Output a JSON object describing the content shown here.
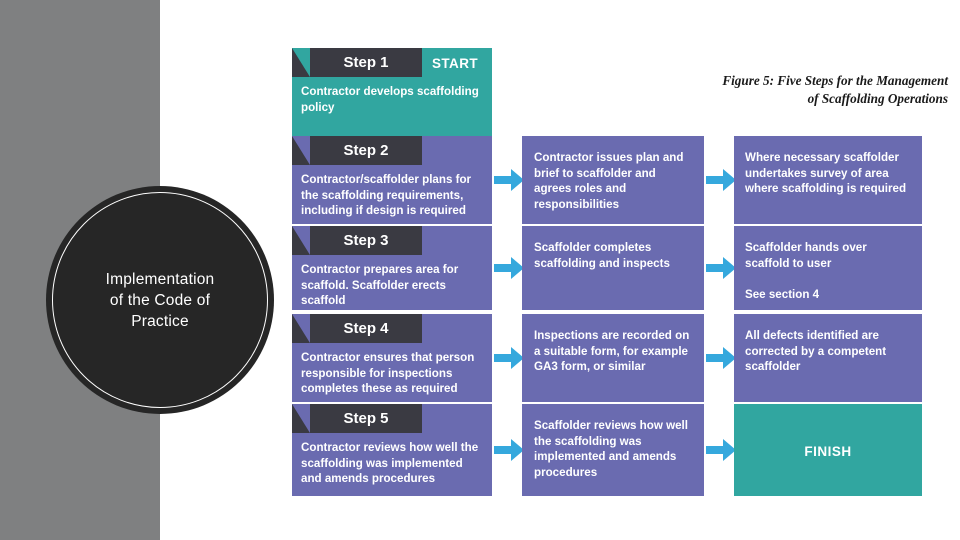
{
  "slide": {
    "background_color": "#ffffff",
    "sidebar_color": "#7f8081",
    "accent_teal": "#31a6a0",
    "accent_purple": "#6a6bb0",
    "accent_dark": "#3a3a42",
    "accent_arrow_blue": "#35a8dd",
    "circle_color": "#262626"
  },
  "circle": {
    "line1": "Implementation",
    "line2": "of the Code of",
    "line3": "Practice"
  },
  "figure": {
    "title_line1": "Figure 5: Five Steps for the Management",
    "title_line2": "of Scaffolding Operations"
  },
  "flow": {
    "start_label": "START",
    "finish_label": "FINISH",
    "rows": [
      {
        "step_label": "Step 1",
        "step_text": "Contractor develops scaffolding policy",
        "step_color": "teal",
        "has_start": true,
        "middle_text": "",
        "right_text": "",
        "arrow1": false,
        "arrow2": false
      },
      {
        "step_label": "Step 2",
        "step_text": "Contractor/scaffolder plans for the scaffolding requirements, including if design is required",
        "step_color": "purple",
        "has_start": false,
        "middle_text": "Contractor issues plan and brief to scaffolder and agrees roles and responsibilities",
        "right_text": "Where necessary scaffolder undertakes survey of area where scaffolding is required",
        "arrow1": true,
        "arrow2": true
      },
      {
        "step_label": "Step 3",
        "step_text": "Contractor prepares area for scaffold. Scaffolder erects scaffold",
        "step_color": "purple",
        "has_start": false,
        "middle_text": "Scaffolder completes scaffolding and inspects",
        "right_text": "Scaffolder hands over scaffold to user\n\nSee section 4",
        "arrow1": true,
        "arrow2": true
      },
      {
        "step_label": "Step 4",
        "step_text": "Contractor ensures that person responsible for inspections completes these as required",
        "step_color": "purple",
        "has_start": false,
        "middle_text": "Inspections are recorded on a suitable form, for example GA3 form, or similar",
        "right_text": "All defects identified are corrected by a competent scaffolder",
        "arrow1": true,
        "arrow2": true
      },
      {
        "step_label": "Step 5",
        "step_text": "Contractor reviews how well the scaffolding was implemented and amends procedures",
        "step_color": "purple",
        "has_start": false,
        "middle_text": "Scaffolder reviews how well the scaffolding was implemented and amends procedures",
        "right_text": "",
        "arrow1": true,
        "arrow2": true
      }
    ]
  }
}
